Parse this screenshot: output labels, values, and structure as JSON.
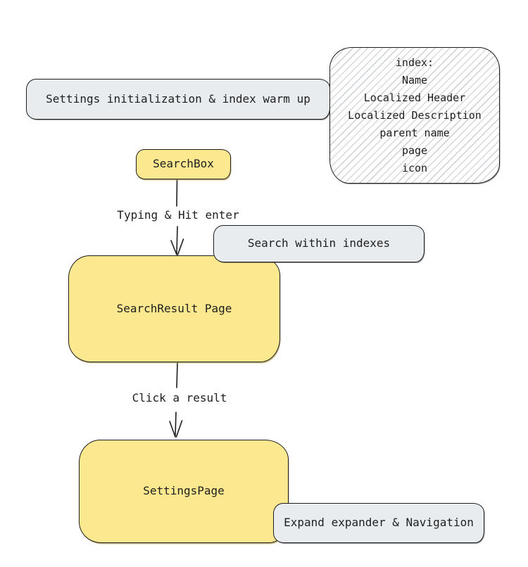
{
  "canvas": {
    "background": "#ffffff",
    "ink_color": "#1e1e1e",
    "node_yellow": "#fbe88f",
    "note_gray": "#e9ecef"
  },
  "nodes": {
    "settings_init": {
      "label": "Settings initialization & index warm up"
    },
    "index_note": {
      "lines": [
        "index:",
        "Name",
        "Localized Header",
        "Localized Description",
        "parent name",
        "page",
        "icon"
      ]
    },
    "search_box": {
      "label": "SearchBox"
    },
    "search_within": {
      "label": "Search within indexes"
    },
    "search_result": {
      "label": "SearchResult Page"
    },
    "settings_page": {
      "label": "SettingsPage"
    },
    "expand_nav": {
      "label": "Expand expander & Navigation"
    }
  },
  "edges": {
    "typing": {
      "label": "Typing & Hit enter"
    },
    "click": {
      "label": "Click a result"
    }
  }
}
